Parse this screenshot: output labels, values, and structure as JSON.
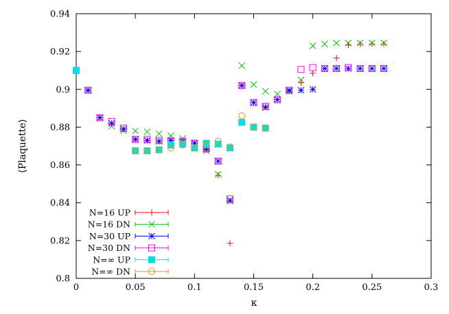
{
  "chart_data": {
    "type": "scatter",
    "xlabel": "κ",
    "ylabel": "⟨Plaquette⟩",
    "xlim": [
      0,
      0.3
    ],
    "ylim": [
      0.8,
      0.94
    ],
    "xticks": [
      "0",
      "0.05",
      "0.1",
      "0.15",
      "0.2",
      "0.25",
      "0.3"
    ],
    "yticks": [
      "0.8",
      "0.82",
      "0.84",
      "0.86",
      "0.88",
      "0.9",
      "0.92",
      "0.94"
    ],
    "legend_position": "bottom-left",
    "series": [
      {
        "name": "N=16 UP",
        "color": "#ff0000",
        "marker": "plus",
        "points": [
          [
            0,
            0.91
          ],
          [
            0.01,
            0.8995
          ],
          [
            0.02,
            0.885
          ],
          [
            0.03,
            0.882
          ],
          [
            0.04,
            0.879
          ],
          [
            0.05,
            0.8735
          ],
          [
            0.06,
            0.873
          ],
          [
            0.07,
            0.8725
          ],
          [
            0.08,
            0.873
          ],
          [
            0.09,
            0.8725
          ],
          [
            0.1,
            0.8715
          ],
          [
            0.11,
            0.868
          ],
          [
            0.12,
            0.8545
          ],
          [
            0.13,
            0.8185
          ],
          [
            0.14,
            0.902
          ],
          [
            0.15,
            0.893
          ],
          [
            0.16,
            0.891
          ],
          [
            0.17,
            0.8945
          ],
          [
            0.18,
            0.899
          ],
          [
            0.19,
            0.9035
          ],
          [
            0.2,
            0.9085
          ],
          [
            0.21,
            0.911
          ],
          [
            0.22,
            0.9165
          ],
          [
            0.23,
            0.9235
          ],
          [
            0.24,
            0.924
          ],
          [
            0.25,
            0.924
          ],
          [
            0.26,
            0.924
          ]
        ]
      },
      {
        "name": "N=16 DN",
        "color": "#00c000",
        "marker": "cross",
        "points": [
          [
            0,
            0.91
          ],
          [
            0.01,
            0.8995
          ],
          [
            0.02,
            0.885
          ],
          [
            0.03,
            0.8805
          ],
          [
            0.04,
            0.878
          ],
          [
            0.05,
            0.878
          ],
          [
            0.06,
            0.8775
          ],
          [
            0.07,
            0.8765
          ],
          [
            0.08,
            0.8755
          ],
          [
            0.09,
            0.874
          ],
          [
            0.1,
            0.8715
          ],
          [
            0.11,
            0.8675
          ],
          [
            0.12,
            0.855
          ],
          [
            0.13,
            0.8415
          ],
          [
            0.14,
            0.9125
          ],
          [
            0.15,
            0.9025
          ],
          [
            0.16,
            0.899
          ],
          [
            0.17,
            0.8975
          ],
          [
            0.18,
            0.899
          ],
          [
            0.19,
            0.905
          ],
          [
            0.2,
            0.923
          ],
          [
            0.21,
            0.924
          ],
          [
            0.22,
            0.9245
          ],
          [
            0.23,
            0.9245
          ],
          [
            0.24,
            0.9245
          ],
          [
            0.25,
            0.9245
          ],
          [
            0.26,
            0.9245
          ]
        ]
      },
      {
        "name": "N=30 UP",
        "color": "#0000ff",
        "marker": "star",
        "points": [
          [
            0,
            0.91
          ],
          [
            0.01,
            0.8995
          ],
          [
            0.02,
            0.885
          ],
          [
            0.03,
            0.882
          ],
          [
            0.04,
            0.879
          ],
          [
            0.05,
            0.8735
          ],
          [
            0.06,
            0.873
          ],
          [
            0.07,
            0.8725
          ],
          [
            0.08,
            0.873
          ],
          [
            0.09,
            0.8725
          ],
          [
            0.1,
            0.8715
          ],
          [
            0.11,
            0.8685
          ],
          [
            0.12,
            0.862
          ],
          [
            0.13,
            0.841
          ],
          [
            0.14,
            0.902
          ],
          [
            0.15,
            0.893
          ],
          [
            0.16,
            0.8905
          ],
          [
            0.17,
            0.8945
          ],
          [
            0.18,
            0.8995
          ],
          [
            0.19,
            0.8995
          ],
          [
            0.2,
            0.9
          ],
          [
            0.21,
            0.911
          ],
          [
            0.22,
            0.911
          ],
          [
            0.23,
            0.911
          ],
          [
            0.24,
            0.911
          ],
          [
            0.25,
            0.911
          ],
          [
            0.26,
            0.911
          ]
        ]
      },
      {
        "name": "N=30 DN",
        "color": "#ff00ff",
        "marker": "square",
        "points": [
          [
            0,
            0.91
          ],
          [
            0.01,
            0.8995
          ],
          [
            0.02,
            0.885
          ],
          [
            0.03,
            0.883
          ],
          [
            0.04,
            0.8795
          ],
          [
            0.05,
            0.8735
          ],
          [
            0.06,
            0.8735
          ],
          [
            0.07,
            0.873
          ],
          [
            0.08,
            0.8725
          ],
          [
            0.09,
            0.8725
          ],
          [
            0.1,
            0.8715
          ],
          [
            0.11,
            0.8685
          ],
          [
            0.12,
            0.862
          ],
          [
            0.13,
            0.842
          ],
          [
            0.14,
            0.902
          ],
          [
            0.15,
            0.893
          ],
          [
            0.16,
            0.891
          ],
          [
            0.17,
            0.8945
          ],
          [
            0.18,
            0.8995
          ],
          [
            0.19,
            0.9105
          ],
          [
            0.2,
            0.9115
          ],
          [
            0.21,
            0.911
          ],
          [
            0.22,
            0.911
          ],
          [
            0.23,
            0.9115
          ],
          [
            0.24,
            0.911
          ],
          [
            0.25,
            0.911
          ],
          [
            0.26,
            0.911
          ]
        ]
      },
      {
        "name": "N=∞ UP",
        "color": "#00e0e0",
        "marker": "filled-square",
        "points": [
          [
            0,
            0.91
          ],
          [
            0.05,
            0.8675
          ],
          [
            0.06,
            0.8675
          ],
          [
            0.07,
            0.868
          ],
          [
            0.08,
            0.8705
          ],
          [
            0.09,
            0.871
          ],
          [
            0.1,
            0.869
          ],
          [
            0.11,
            0.8715
          ],
          [
            0.12,
            0.871
          ],
          [
            0.13,
            0.869
          ],
          [
            0.14,
            0.8825
          ],
          [
            0.15,
            0.88
          ],
          [
            0.16,
            0.8795
          ]
        ]
      },
      {
        "name": "N=∞ DN",
        "color": "#ff8c00",
        "marker": "circle",
        "points": [
          [
            0.05,
            0.8675
          ],
          [
            0.06,
            0.8675
          ],
          [
            0.07,
            0.868
          ],
          [
            0.08,
            0.869
          ],
          [
            0.09,
            0.8705
          ],
          [
            0.1,
            0.869
          ],
          [
            0.11,
            0.8705
          ],
          [
            0.12,
            0.8725
          ],
          [
            0.13,
            0.8695
          ],
          [
            0.14,
            0.886
          ],
          [
            0.15,
            0.88
          ],
          [
            0.16,
            0.8795
          ]
        ]
      }
    ]
  }
}
